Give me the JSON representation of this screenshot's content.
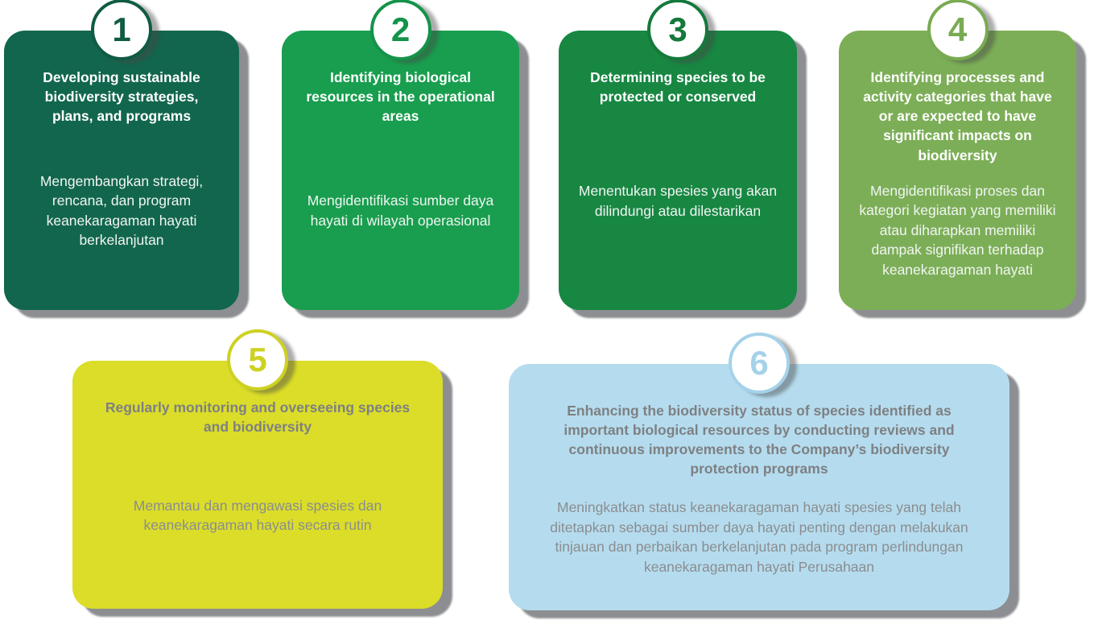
{
  "diagram": {
    "description": "Six-step biodiversity management program infographic with bilingual (English / Indonesian) card text",
    "background_color": "#FFFFFF"
  },
  "cards": [
    {
      "number": "1",
      "title": "Developing sustainable biodiversity strategies, plans, and programs",
      "body": "Mengembangkan strategi, rencana, dan program keanekaragaman hayati berkelanjutan",
      "colors": {
        "bg": "#12664D",
        "accent": "#0F5B44",
        "title_color": "#FFFFFF",
        "body_color": "#F0F5F2"
      }
    },
    {
      "number": "2",
      "title": "Identifying biological resources in the operational areas",
      "body": "Mengidentifikasi sumber daya hayati di wilayah operasional",
      "colors": {
        "bg": "#189E4E",
        "accent": "#149349",
        "title_color": "#FFFFFF",
        "body_color": "#F0F5F2"
      }
    },
    {
      "number": "3",
      "title": "Determining species to be protected or conserved",
      "body": "Menentukan spesies yang akan dilindungi atau dilestarikan",
      "colors": {
        "bg": "#178742",
        "accent": "#14793B",
        "title_color": "#FFFFFF",
        "body_color": "#F0F5F2"
      }
    },
    {
      "number": "4",
      "title": "Identifying processes and activity categories that have or are expected to have significant impacts on biodiversity",
      "body": "Mengidentifikasi proses dan kategori kegiatan yang memiliki atau diharapkan memiliki dampak signifikan terhadap keanekaragaman hayati",
      "colors": {
        "bg": "#7CAE57",
        "accent": "#79AB52",
        "title_color": "#FFFFFF",
        "body_color": "#F0F5F2"
      }
    },
    {
      "number": "5",
      "title": "Regularly monitoring and overseeing species and biodiversity",
      "body": "Memantau dan mengawasi spesies dan keanekaragaman hayati secara rutin",
      "colors": {
        "bg": "#DBDD28",
        "accent": "#CDD122",
        "title_color": "#7E8083",
        "body_color": "#8B8D90"
      }
    },
    {
      "number": "6",
      "title": "Enhancing the biodiversity status of species identified as important biological resources by conducting reviews and continuous improvements to the Company’s biodiversity protection programs",
      "body": "Meningkatkan status keanekaragaman hayati spesies yang telah ditetapkan sebagai sumber daya hayati penting dengan melakukan tinjauan dan perbaikan berkelanjutan pada program perlindungan keanekaragaman hayati Perusahaan",
      "colors": {
        "bg": "#B5DCEE",
        "accent": "#A5D2E9",
        "title_color": "#7E8083",
        "body_color": "#8B8D90"
      }
    }
  ]
}
